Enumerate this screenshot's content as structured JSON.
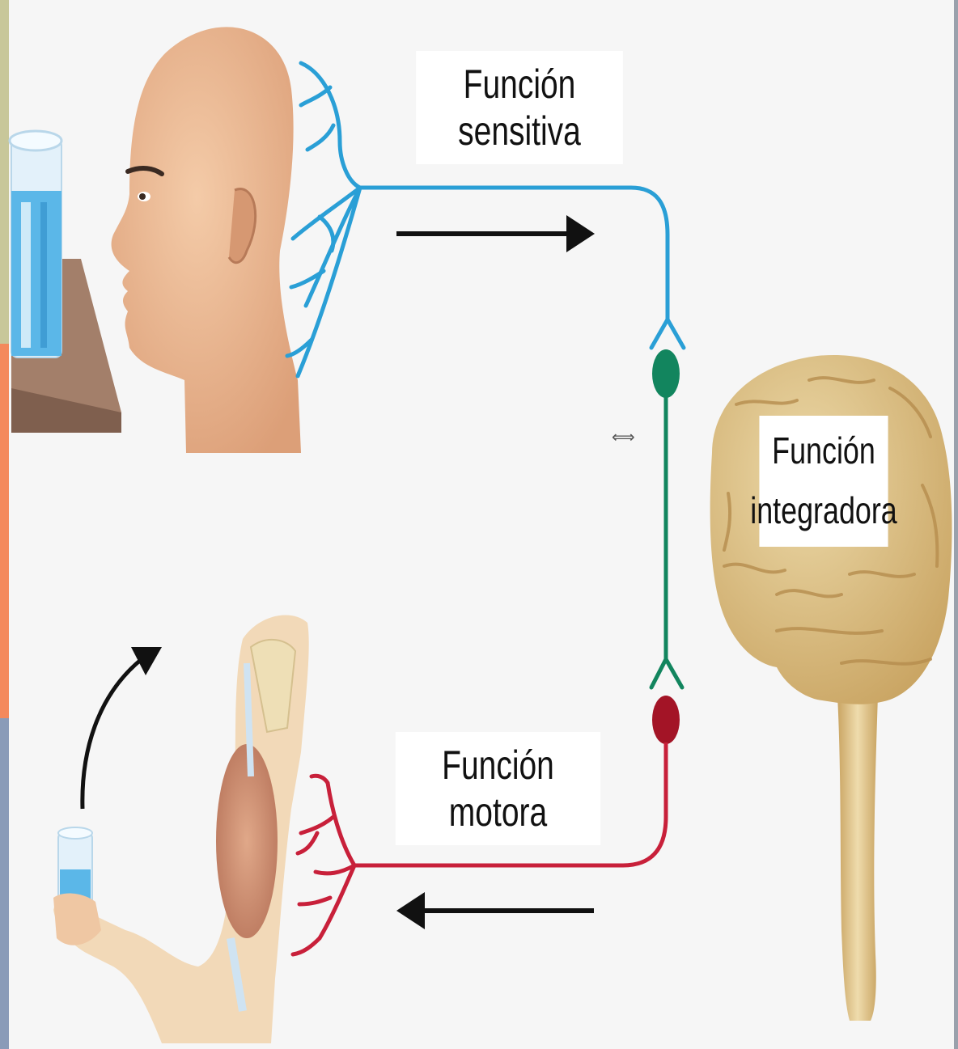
{
  "labels": {
    "sensitive": "Función sensitiva",
    "integrative_line1": "Función",
    "integrative_line2": "integradora",
    "motor": "Función motora"
  },
  "colors": {
    "sensory_nerve": "#2a9fd6",
    "interneuron": "#12855e",
    "motor_nerve": "#c8203a",
    "motor_soma": "#a31426",
    "arrow": "#111111",
    "skin": "#e9b58f",
    "brain": "#d8b877",
    "water": "#5bb7e8"
  },
  "icons": {
    "head": "human-head-icon",
    "glass": "water-glass-icon",
    "brain": "brain-icon",
    "arm": "arm-holding-glass-icon",
    "cursor": "resize-cursor-icon"
  }
}
